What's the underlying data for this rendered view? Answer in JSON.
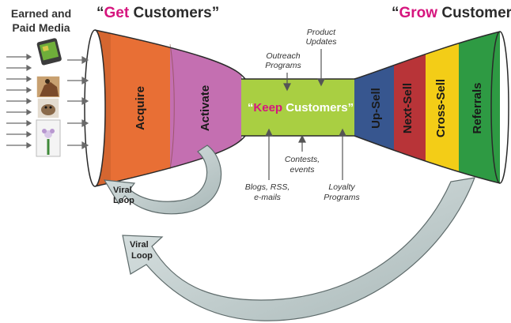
{
  "left_header": {
    "line1": "Earned and",
    "line2": "Paid Media"
  },
  "get_header": {
    "open_quote": "“",
    "highlight": "Get",
    "rest": " Customers”"
  },
  "grow_header": {
    "open_quote": "“",
    "highlight": "Grow",
    "rest": " Customers”"
  },
  "keep_label": {
    "open_quote": "“",
    "highlight": "Keep",
    "rest": " Customers”"
  },
  "stages": {
    "acquire": "Acquire",
    "activate": "Activate",
    "upsell": "Up-Sell",
    "nextsell": "Next-Sell",
    "crosssell": "Cross-Sell",
    "referrals": "Referrals"
  },
  "inputs": {
    "product_updates": [
      "Product",
      "Updates"
    ],
    "outreach_programs": [
      "Outreach",
      "Programs"
    ],
    "contests_events": [
      "Contests,",
      "events"
    ],
    "blogs_rss": [
      "Blogs, RSS,",
      "e-mails"
    ],
    "loyalty_programs": [
      "Loyalty",
      "Programs"
    ]
  },
  "loops": {
    "small": [
      "Viral",
      "Loop"
    ],
    "large": [
      "Viral",
      "Loop"
    ]
  },
  "colors": {
    "highlight": "#d6157e",
    "acquire": "#e86f35",
    "activate": "#c46fb1",
    "keep": "#a9cf42",
    "upsell": "#37568f",
    "nextsell": "#b83438",
    "crosssell": "#f3cd17",
    "referrals": "#2e9a43",
    "loop_arrow": "#c6d3d3"
  },
  "icons": [
    "tablet-icon",
    "person-horse-photo-icon",
    "dog-photo-icon",
    "flower-photo-icon"
  ]
}
